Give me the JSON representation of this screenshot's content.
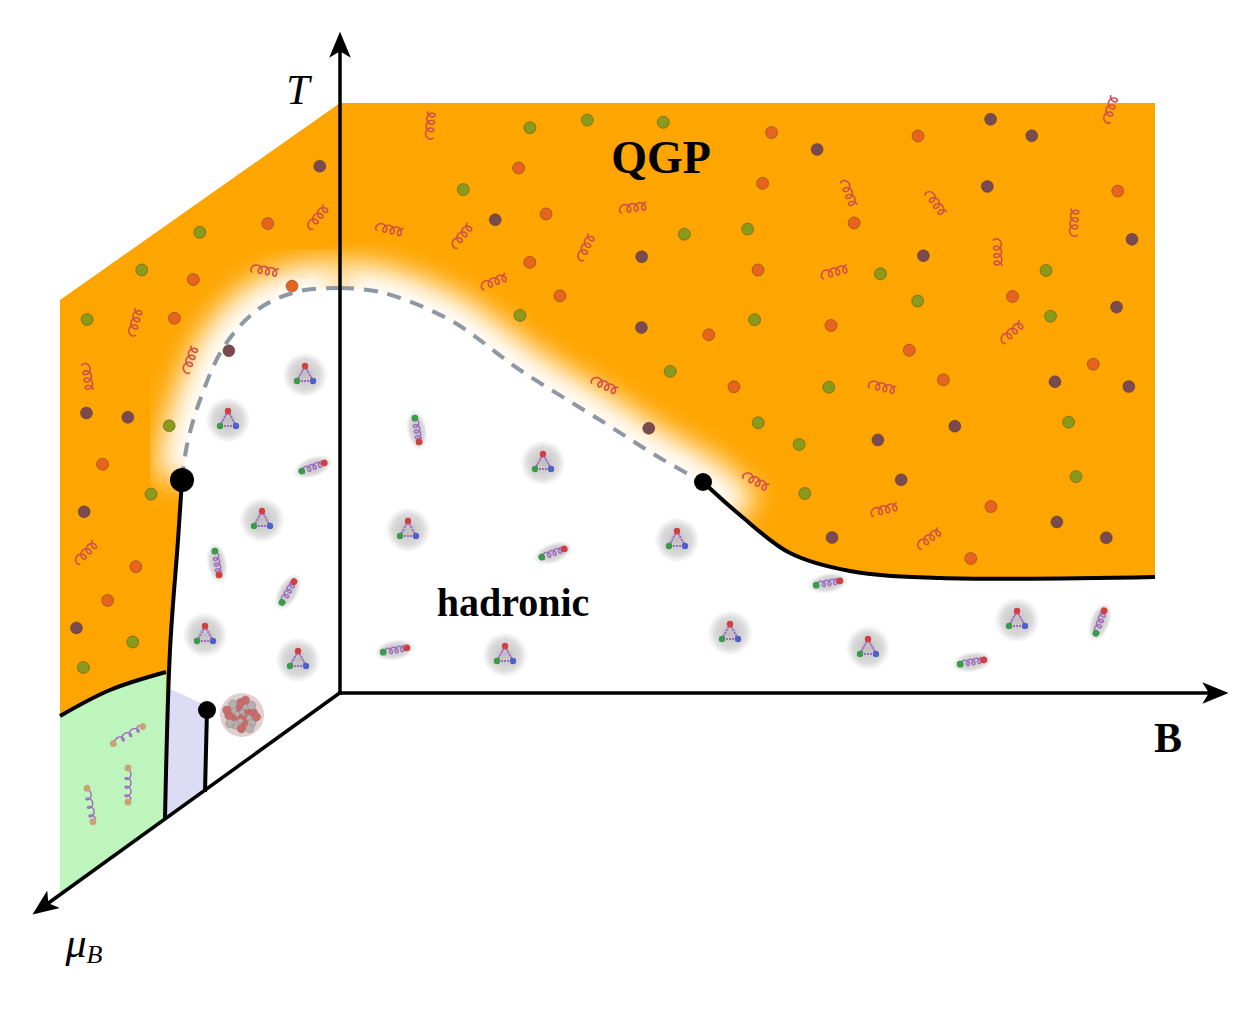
{
  "diagram": {
    "labels": [
      "T",
      "QGP",
      "hadronic",
      "B",
      "μB"
    ]
  }
}
